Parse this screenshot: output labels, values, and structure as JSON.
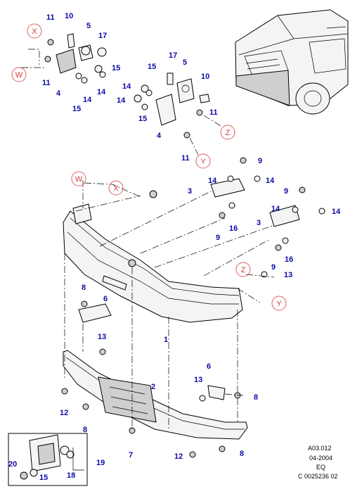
{
  "footer": {
    "ref": "A03.012",
    "date": "04-2004",
    "region": "EQ",
    "code": "C 0025236 02"
  },
  "zones": {
    "w": "W",
    "x": "X",
    "y": "Y",
    "z": "Z"
  },
  "callouts": {
    "c1": "1",
    "c2": "2",
    "c3": "3",
    "c4": "4",
    "c5": "5",
    "c6": "6",
    "c7": "7",
    "c8": "8",
    "c9": "9",
    "c10": "10",
    "c11": "11",
    "c12": "12",
    "c13": "13",
    "c14": "14",
    "c15": "15",
    "c16": "16",
    "c17": "17",
    "c18": "18",
    "c19": "19",
    "c20": "20"
  }
}
